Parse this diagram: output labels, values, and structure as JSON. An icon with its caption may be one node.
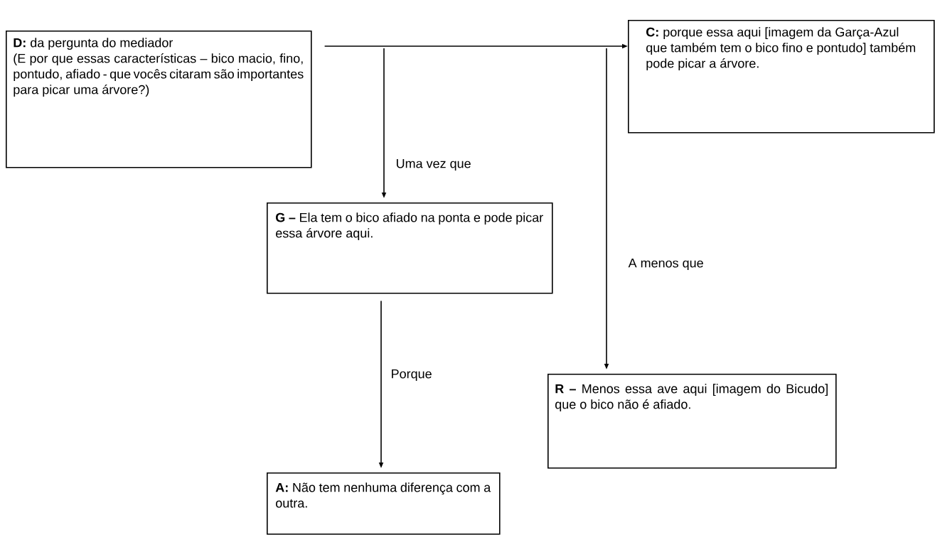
{
  "diagram": {
    "nodes": [
      {
        "text": [
          "**D:** da pergunta  do mediador",
          "(E por que essas características – bico macio, fino, pontudo, afiado - que vocês citaram são importantes para picar uma árvore?)"
        ]
      },
      {
        "text": [
          "**C:** porque essa aqui [imagem da Garça-Azul que também tem o bico fino e pontudo] também pode picar a árvore."
        ]
      },
      {
        "text": [
          "**G –** Ela tem o bico afiado na ponta e pode picar essa árvore aqui."
        ]
      },
      {
        "text": [
          "**R –** Menos essa ave aqui [imagem do Bicudo] que o bico não é afiado."
        ]
      },
      {
        "text": [
          "**A:** Não tem nenhuma diferença com a outra."
        ]
      }
    ],
    "edges": [
      {
        "from": 0,
        "to": 1,
        "arrow": "to"
      },
      {
        "from": null,
        "to": 2,
        "arrow": "to",
        "label": "Uma vez que"
      },
      {
        "from": null,
        "to": 3,
        "arrow": "to",
        "label": "A menos que"
      },
      {
        "from": 2,
        "to": 4,
        "arrow": "to",
        "label": "Porque"
      }
    ]
  }
}
